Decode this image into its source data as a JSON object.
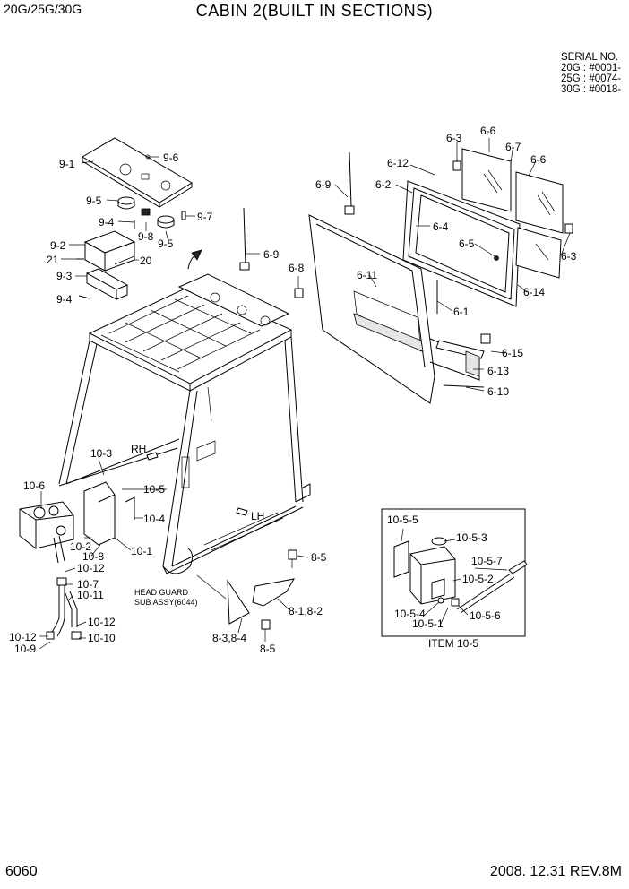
{
  "header": {
    "model": "20G/25G/30G",
    "title": "CABIN 2(BUILT IN SECTIONS)"
  },
  "serial": {
    "label": "SERIAL NO.",
    "lines": [
      "20G : #0001-",
      "25G : #0074-",
      "30G : #0018-"
    ]
  },
  "callouts": {
    "c9_1": "9-1",
    "c9_6": "9-6",
    "c9_5a": "9-5",
    "c9_4a": "9-4",
    "c9_8": "9-8",
    "c9_7": "9-7",
    "c9_5b": "9-5",
    "c9_2": "9-2",
    "c21": "21",
    "c20": "20",
    "c9_3": "9-3",
    "c9_4b": "9-4",
    "c6_9a": "6-9",
    "c6_9b": "6-9",
    "c6_12": "6-12",
    "c6_2": "6-2",
    "c6_3a": "6-3",
    "c6_6a": "6-6",
    "c6_7": "6-7",
    "c6_6b": "6-6",
    "c6_4": "6-4",
    "c6_5": "6-5",
    "c6_3b": "6-3",
    "c6_14": "6-14",
    "c6_8": "6-8",
    "c6_11": "6-11",
    "c6_1": "6-1",
    "c6_15": "6-15",
    "c6_13": "6-13",
    "c6_10": "6-10",
    "c10_3": "10-3",
    "rh": "RH",
    "c10_6": "10-6",
    "c10_5": "10-5",
    "c10_4": "10-4",
    "lh": "LH",
    "c10_2": "10-2",
    "c10_8": "10-8",
    "c10_1": "10-1",
    "c10_12a": "10-12",
    "c10_7": "10-7",
    "c10_11": "10-11",
    "c10_12b": "10-12",
    "c10_12c": "10-12",
    "c10_10": "10-10",
    "c10_9": "10-9",
    "c8_5a": "8-5",
    "c8_1": "8-1,8-2",
    "c8_3": "8-3,8-4",
    "c8_5b": "8-5",
    "headguard1": "HEAD GUARD",
    "headguard2": "SUB ASSY(6044)",
    "c10_5_5": "10-5-5",
    "c10_5_3": "10-5-3",
    "c10_5_7": "10-5-7",
    "c10_5_2": "10-5-2",
    "c10_5_4": "10-5-4",
    "c10_5_1": "10-5-1",
    "c10_5_6": "10-5-6",
    "item": "ITEM 10-5"
  },
  "footer": {
    "page": "6060",
    "date_rev": "2008. 12.31  REV.8M"
  }
}
